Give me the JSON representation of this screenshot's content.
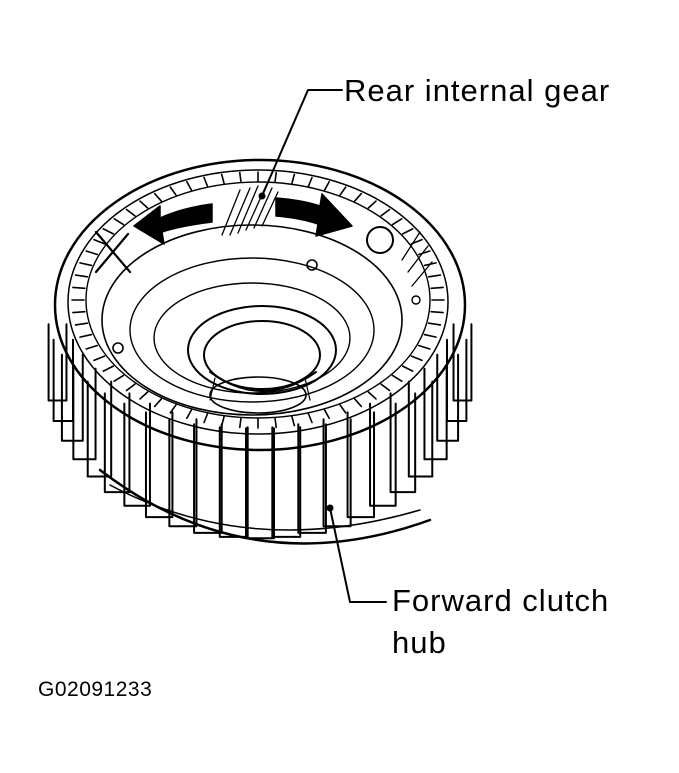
{
  "labels": {
    "rear_internal_gear": "Rear internal gear",
    "forward_clutch_hub": "Forward clutch\nhub"
  },
  "figure_code": "G02091233",
  "colors": {
    "ink": "#000000",
    "background": "#ffffff"
  },
  "icons": {
    "left_arrow": "rotation-arrow-left-icon",
    "right_arrow": "rotation-arrow-right-icon",
    "x_mark": "x-mark-icon"
  }
}
